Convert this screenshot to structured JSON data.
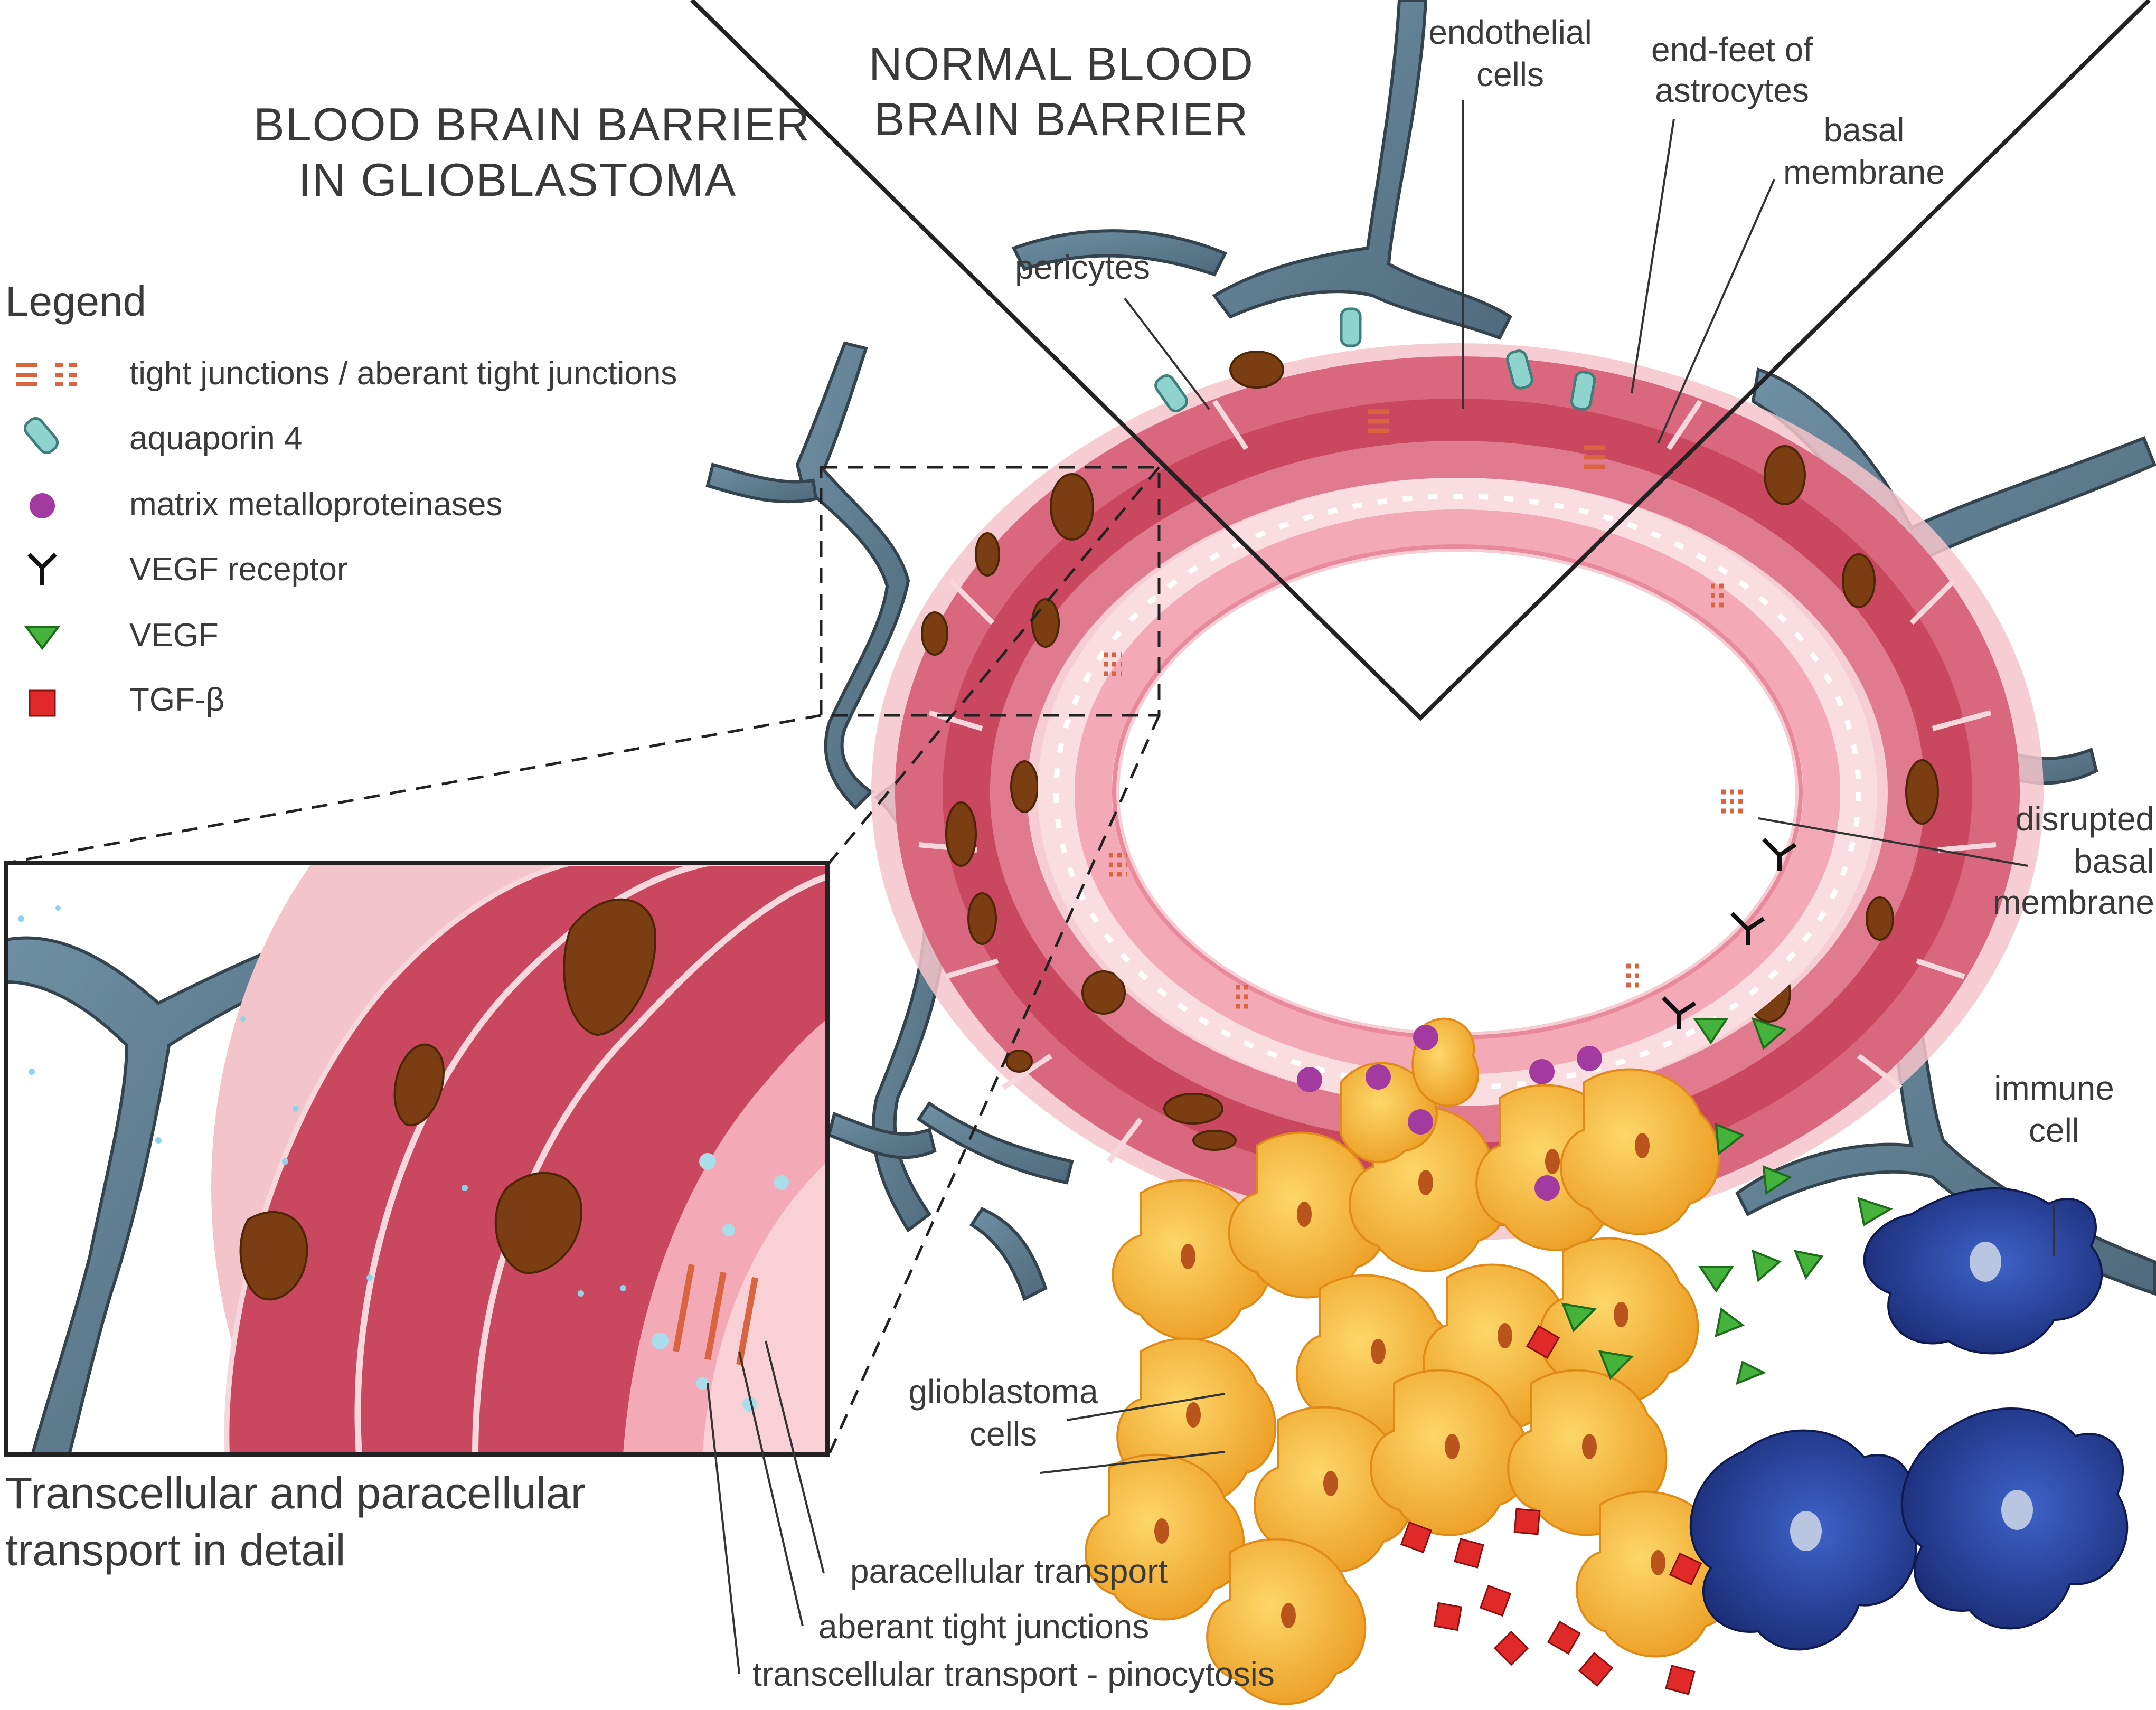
{
  "titles": {
    "glioblastoma_line1": "BLOOD BRAIN BARRIER",
    "glioblastoma_line2": "IN GLIOBLASTOMA",
    "normal_line1": "NORMAL BLOOD",
    "normal_line2": "BRAIN BARRIER"
  },
  "legend": {
    "heading": "Legend",
    "items": [
      {
        "label": "tight junctions / aberant tight junctions",
        "icon": "tight-junction-icon",
        "color": "#d9653f"
      },
      {
        "label": "aquaporin 4",
        "icon": "aquaporin-icon",
        "color": "#8fd3cf"
      },
      {
        "label": "matrix metalloproteinases",
        "icon": "mmp-icon",
        "color": "#a23aa0"
      },
      {
        "label": "VEGF receptor",
        "icon": "vegf-receptor-icon",
        "color": "#111111"
      },
      {
        "label": "VEGF",
        "icon": "vegf-icon",
        "color": "#45b23c"
      },
      {
        "label": "TGF-β",
        "icon": "tgf-beta-icon",
        "color": "#e02a2a"
      }
    ]
  },
  "annotations": {
    "endothelial_1": "endothelial",
    "endothelial_2": "cells",
    "endfeet_1": "end-feet of",
    "endfeet_2": "astrocytes",
    "basal_1": "basal",
    "basal_2": "membrane",
    "pericytes": "pericytes",
    "disrupted_1": "disrupted",
    "disrupted_2": "basal",
    "disrupted_3": "membrane",
    "immune_1": "immune",
    "immune_2": "cell",
    "glio_1": "glioblastoma",
    "glio_2": "cells",
    "paracellular": "paracellular transport",
    "aberant": "aberant tight junctions",
    "transcellular": "transcellular transport - pinocytosis"
  },
  "caption": {
    "line1": "Transcellular and paracellular",
    "line2": "transport in detail"
  },
  "colors": {
    "astrocyte": "#5f7f93",
    "astrocyte_outline": "#3d4f5c",
    "pericyte_zone": "#f2b9c1",
    "cell_red": "#c9485f",
    "cell_light": "#e98a9a",
    "endothelium": "#f3b3bd",
    "lumen_ring": "#f8d0d6",
    "nucleus": "#7a3e12",
    "glioblastoma": "#f7b335",
    "glioblastoma_dark": "#e8921a",
    "glio_nucleus": "#b8541c",
    "immune": "#1d2f7a",
    "immune_light": "#3c5cc0",
    "aquaporin": "#8fd3cf",
    "tight_junction": "#d9653f",
    "mmp": "#a23aa0",
    "vegf": "#45b23c",
    "tgf": "#e02a2a",
    "line": "#2a2a2a"
  }
}
